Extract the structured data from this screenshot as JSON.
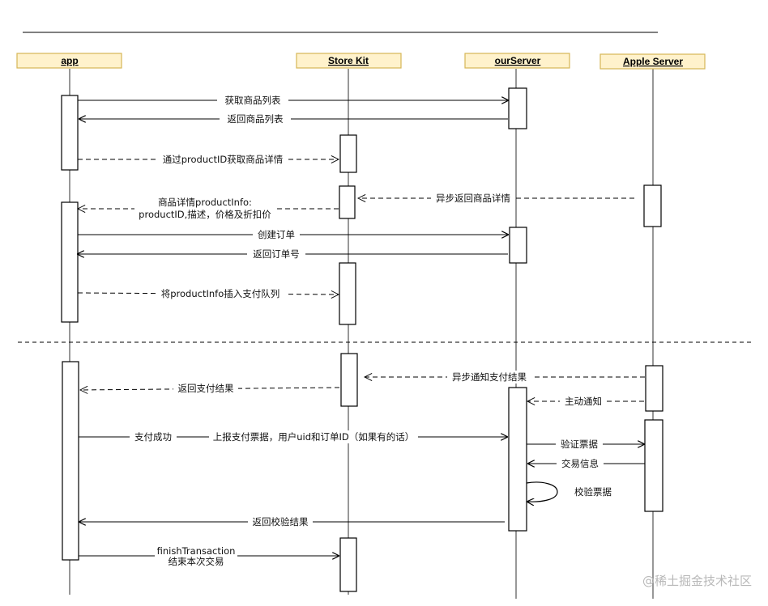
{
  "participants": [
    {
      "id": "app",
      "name": "app"
    },
    {
      "id": "storekit",
      "name": "Store Kit"
    },
    {
      "id": "ourserver",
      "name": "ourServer"
    },
    {
      "id": "appleserver",
      "name": "Apple Server"
    }
  ],
  "messages": [
    {
      "id": "m1",
      "from": "app",
      "to": "ourserver",
      "style": "solid",
      "lines": [
        "获取商品列表"
      ]
    },
    {
      "id": "m2",
      "from": "ourserver",
      "to": "app",
      "style": "solid",
      "lines": [
        "返回商品列表"
      ]
    },
    {
      "id": "m3",
      "from": "app",
      "to": "storekit",
      "style": "dashed",
      "lines": [
        "通过productID获取商品详情"
      ]
    },
    {
      "id": "m4",
      "from": "appleserver",
      "to": "storekit",
      "style": "dashed",
      "lines": [
        "异步返回商品详情"
      ]
    },
    {
      "id": "m5",
      "from": "storekit",
      "to": "app",
      "style": "dashed",
      "lines": [
        "商品详情productInfo:",
        "productID,描述，价格及折扣价"
      ]
    },
    {
      "id": "m6",
      "from": "app",
      "to": "ourserver",
      "style": "solid",
      "lines": [
        "创建订单"
      ]
    },
    {
      "id": "m7",
      "from": "ourserver",
      "to": "app",
      "style": "solid",
      "lines": [
        "返回订单号"
      ]
    },
    {
      "id": "m8",
      "from": "app",
      "to": "storekit",
      "style": "dashed",
      "lines": [
        "将productInfo插入支付队列"
      ]
    },
    {
      "id": "m9",
      "from": "appleserver",
      "to": "storekit",
      "style": "dashed",
      "lines": [
        "异步通知支付结果"
      ]
    },
    {
      "id": "m10",
      "from": "storekit",
      "to": "app",
      "style": "dashed",
      "lines": [
        "返回支付结果"
      ]
    },
    {
      "id": "m11",
      "from": "appleserver",
      "to": "ourserver",
      "style": "dashed",
      "lines": [
        "主动通知"
      ]
    },
    {
      "id": "m12",
      "from": "app",
      "to": "ourserver",
      "style": "solid",
      "lines": [
        "支付成功",
        "上报支付票据，用户uid和订单ID（如果有的话）"
      ]
    },
    {
      "id": "m13",
      "from": "ourserver",
      "to": "appleserver",
      "style": "solid",
      "lines": [
        "验证票据"
      ]
    },
    {
      "id": "m14",
      "from": "appleserver",
      "to": "ourserver",
      "style": "solid",
      "lines": [
        "交易信息"
      ]
    },
    {
      "id": "m15",
      "from": "ourserver",
      "to": "ourserver",
      "style": "solid",
      "lines": [
        "校验票据"
      ]
    },
    {
      "id": "m16",
      "from": "ourserver",
      "to": "app",
      "style": "solid",
      "lines": [
        "返回校验结果"
      ]
    },
    {
      "id": "m17",
      "from": "app",
      "to": "storekit",
      "style": "solid",
      "lines": [
        "finishTransaction",
        "结束本次交易"
      ]
    }
  ],
  "colors": {
    "header_fill": "#fff2cc",
    "header_stroke": "#d6b656",
    "line": "#000000",
    "lifeline": "#777777"
  },
  "watermark": "@稀土掘金技术社区"
}
